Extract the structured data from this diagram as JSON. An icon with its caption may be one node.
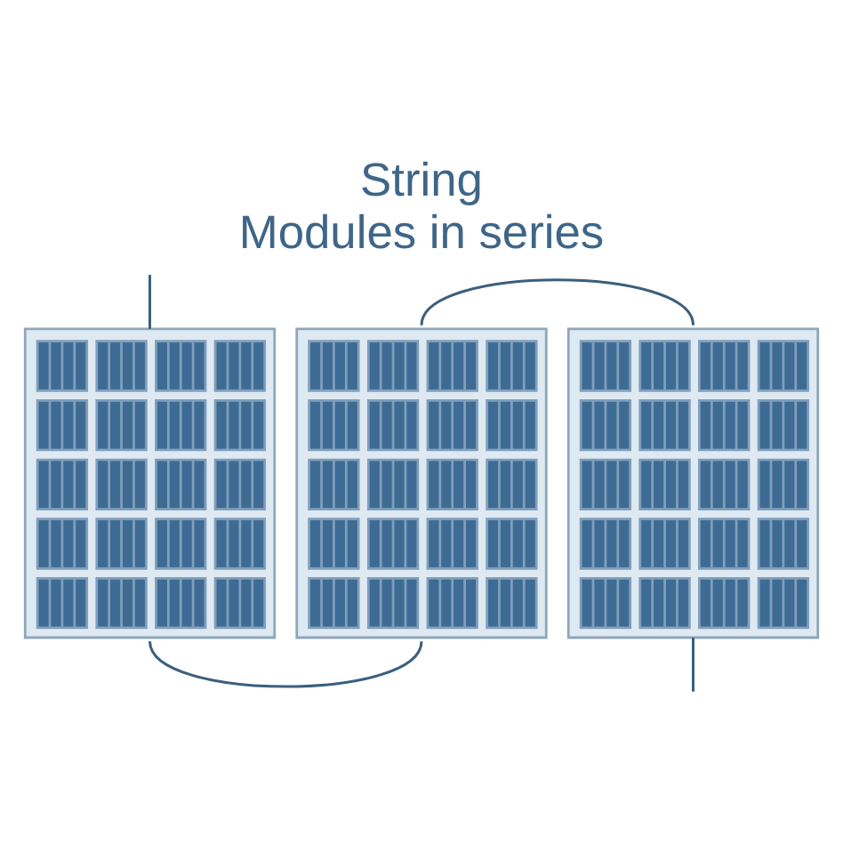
{
  "diagram": {
    "title": "String",
    "caption": "Modules in series",
    "nodes": [
      {
        "text": [],
        "shape": "picture"
      },
      {
        "text": [],
        "shape": "picture"
      },
      {
        "text": [],
        "shape": "picture"
      }
    ],
    "edges": [
      {
        "from": null,
        "to": 0,
        "arrow": "none"
      },
      {
        "from": 0,
        "to": 1,
        "arrow": "none"
      },
      {
        "from": 1,
        "to": 2,
        "arrow": "none"
      },
      {
        "from": 2,
        "to": null,
        "arrow": "none"
      }
    ]
  }
}
